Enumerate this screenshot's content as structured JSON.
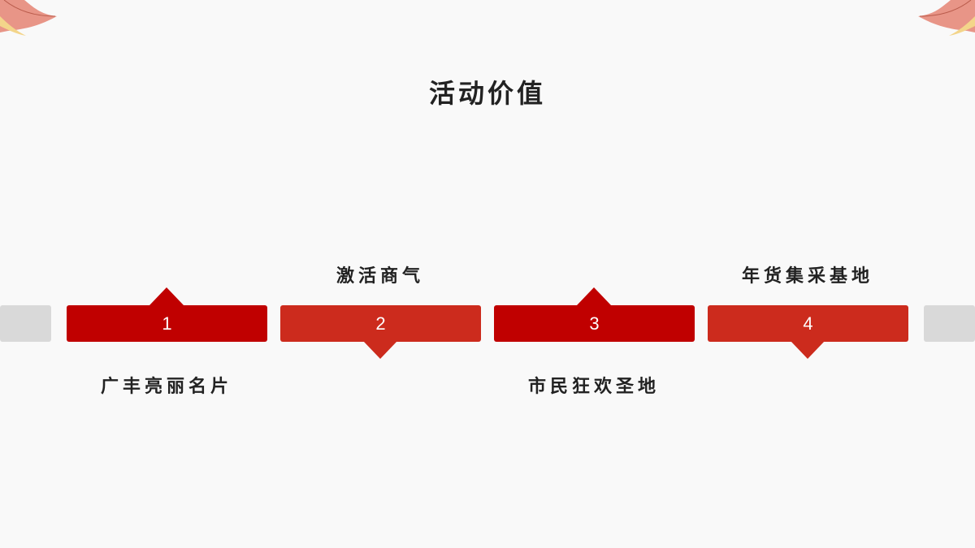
{
  "slide": {
    "title": "活动价值",
    "colors": {
      "background": "#f9f9f9",
      "dark_red": "#c00000",
      "light_red": "#cc2b1d",
      "gray": "#d9d9d9",
      "text": "#222222"
    },
    "steps": [
      {
        "number": "1",
        "label": "广丰亮丽名片",
        "label_position": "below"
      },
      {
        "number": "2",
        "label": "激活商气",
        "label_position": "above"
      },
      {
        "number": "3",
        "label": "市民狂欢圣地",
        "label_position": "below"
      },
      {
        "number": "4",
        "label": "年货集采基地",
        "label_position": "above"
      }
    ],
    "decorations": [
      "koi-fish-tail-left-icon",
      "koi-fish-tail-right-icon"
    ]
  }
}
